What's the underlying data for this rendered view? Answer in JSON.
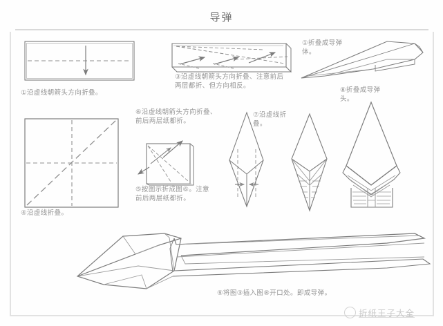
{
  "document": {
    "title": "导弹",
    "type": "origami-instruction-diagram",
    "watermark": "折纸王子大全"
  },
  "steps": [
    {
      "number": "①",
      "label": "①沿虚线朝箭头方向折叠。",
      "figure": "rectangle-with-horizontal-dashed-fold-line-and-down-arrow"
    },
    {
      "number": "③",
      "label": "③沿虚线朝箭头方向折叠、注意前后两层都折、但方向相反。",
      "figure": "long-flat-strip-with-three-diagonal-dashed-arrows"
    },
    {
      "number": "⑥",
      "label": "⑥沿虚线朝箭头方向折叠、前后两层纸都折。",
      "figure": "square-with-diagonal-dashed-lines-and-two-arrows"
    },
    {
      "number": "④",
      "label": "④沿虚线折叠。",
      "figure": "square-with-cross-and-diagonal-dashed-creases"
    },
    {
      "number": "⑤",
      "label": "⑤按图示折成图⑥。注意前后两层纸都折。",
      "figure": "flattened-square-module"
    },
    {
      "number": "⑦",
      "label": "⑦沿虚线折叠。",
      "figure": "kite-diamond-with-dashed-fold-lines-and-inward-arrows"
    },
    {
      "number": "①",
      "label": "①折叠成导弹体。",
      "figure": "elongated-dart-missile-body"
    },
    {
      "number": "⑧",
      "label": "⑧折叠成导弹头。",
      "figure": "wide-cone-missile-head-with-pleats"
    },
    {
      "number": "⑨",
      "label": "⑨将图③插入图⑧开口处。即成导弹。",
      "figure": "assembled-finished-missile"
    }
  ],
  "colors": {
    "background": "#fefefe",
    "ink": "#7c7c7c",
    "light_ink": "#9a9a9a",
    "dash": "#8f8f8f",
    "frame": "#e2e2e2",
    "caption": "#8c8c8c",
    "watermark": "#c2c2c2"
  }
}
